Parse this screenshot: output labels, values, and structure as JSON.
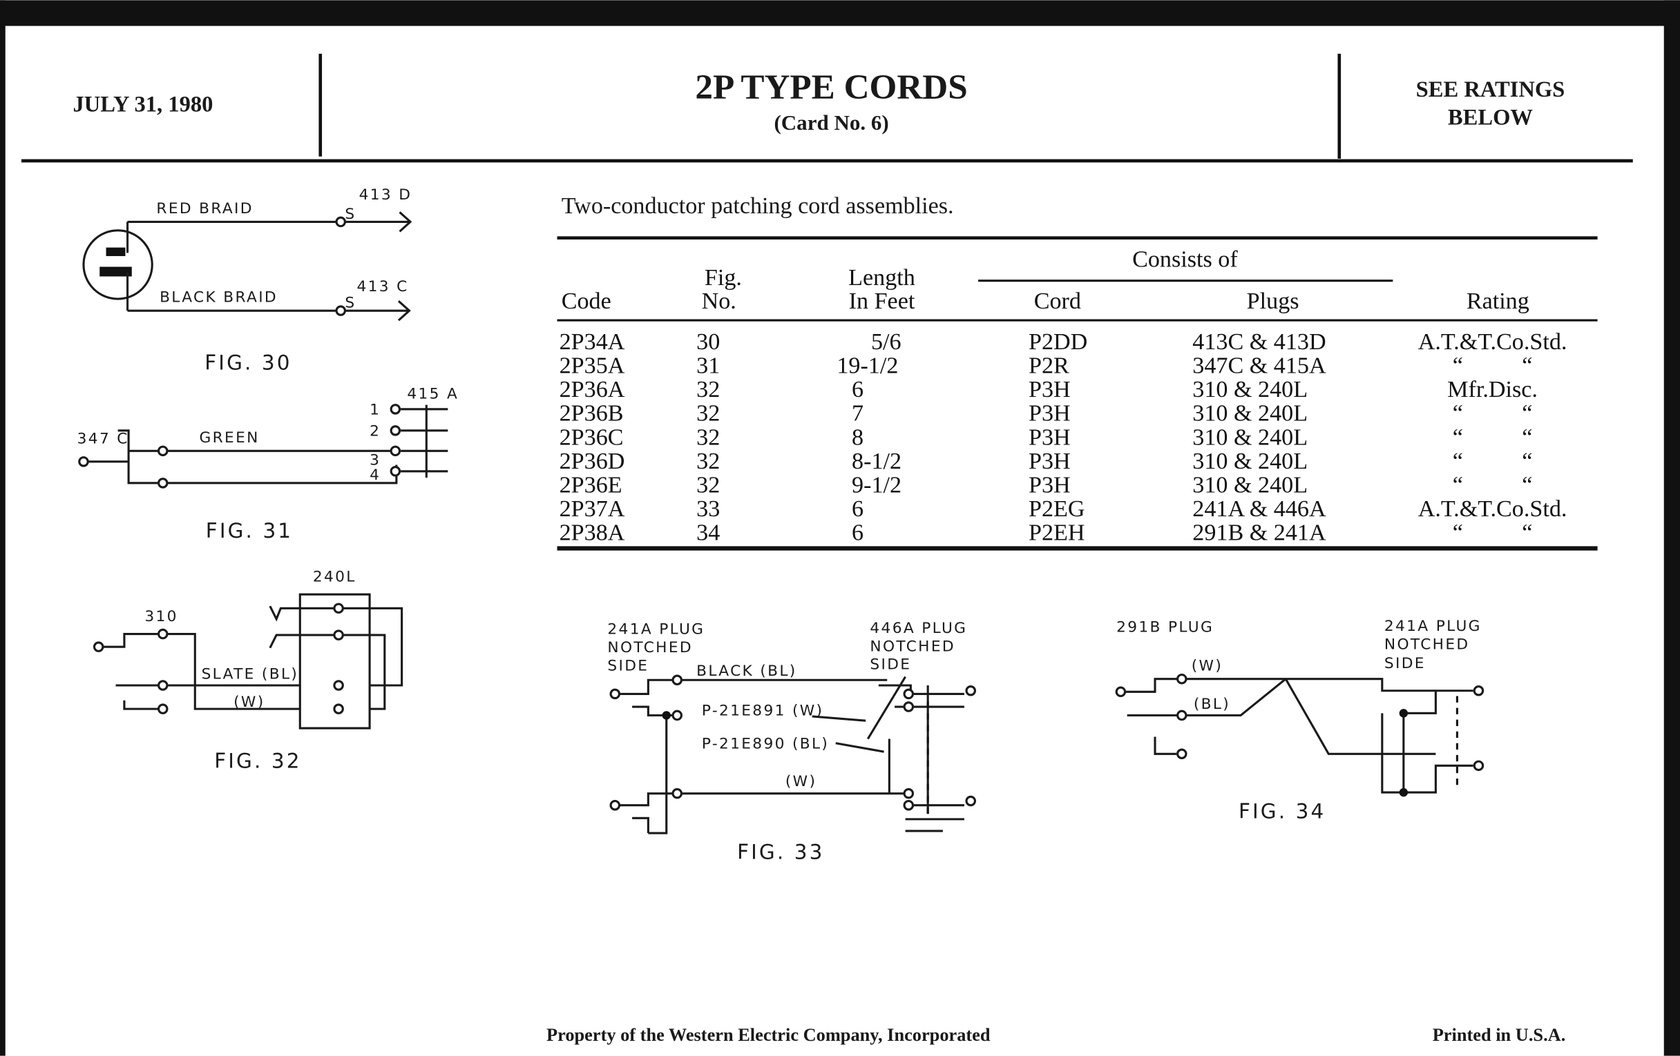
{
  "header": {
    "date": "JULY 31, 1980",
    "title": "2P TYPE CORDS",
    "subtitle": "(Card No. 6)",
    "rating_note_line1": "SEE RATINGS",
    "rating_note_line2": "BELOW"
  },
  "intro": "Two-conductor patching cord assemblies.",
  "table": {
    "group_header": "Consists of",
    "columns": {
      "code": "Code",
      "fig_1": "Fig.",
      "fig_2": "No.",
      "length_1": "Length",
      "length_2": "In Feet",
      "cord": "Cord",
      "plugs": "Plugs",
      "rating": "Rating"
    },
    "rows": [
      {
        "code": "2P34A",
        "fig": "30",
        "length": "5/6",
        "cord": "P2DD",
        "plugs": "413C & 413D",
        "rating": "A.T.&T.Co.Std."
      },
      {
        "code": "2P35A",
        "fig": "31",
        "length": "19-1/2",
        "cord": "P2R",
        "plugs": "347C & 415A",
        "rating": "“          “"
      },
      {
        "code": "2P36A",
        "fig": "32",
        "length": "6",
        "cord": "P3H",
        "plugs": "310 & 240L",
        "rating": "Mfr.Disc."
      },
      {
        "code": "2P36B",
        "fig": "32",
        "length": "7",
        "cord": "P3H",
        "plugs": "310 & 240L",
        "rating": "“          “"
      },
      {
        "code": "2P36C",
        "fig": "32",
        "length": "8",
        "cord": "P3H",
        "plugs": "310 & 240L",
        "rating": "“          “"
      },
      {
        "code": "2P36D",
        "fig": "32",
        "length": "8-1/2",
        "cord": "P3H",
        "plugs": "310 & 240L",
        "rating": "“          “"
      },
      {
        "code": "2P36E",
        "fig": "32",
        "length": "9-1/2",
        "cord": "P3H",
        "plugs": "310 & 240L",
        "rating": "“          “"
      },
      {
        "code": "2P37A",
        "fig": "33",
        "length": "6",
        "cord": "P2EG",
        "plugs": "241A & 446A",
        "rating": "A.T.&T.Co.Std."
      },
      {
        "code": "2P38A",
        "fig": "34",
        "length": "6",
        "cord": "P2EH",
        "plugs": "291B & 241A",
        "rating": "“          “"
      }
    ]
  },
  "figures": {
    "fig30": {
      "caption": "FIG. 30",
      "red": "RED BRAID",
      "black": "BLACK BRAID",
      "plug_d": "413 D",
      "plug_c": "413 C",
      "s1": "S",
      "s2": "S"
    },
    "fig31": {
      "caption": "FIG. 31",
      "plug_left": "347 C",
      "wire": "GREEN",
      "plug_right": "415 A",
      "n1": "1",
      "n2": "2",
      "n3": "3",
      "n4": "4"
    },
    "fig32": {
      "caption": "FIG. 32",
      "plug_left": "310",
      "plug_right": "240L",
      "wire_bl": "SLATE (BL)",
      "wire_w": "(W)"
    },
    "fig33": {
      "caption": "FIG. 33",
      "left_1": "241A PLUG",
      "left_2": "NOTCHED",
      "left_3": "SIDE",
      "right_1": "446A PLUG",
      "right_2": "NOTCHED",
      "right_3": "SIDE",
      "black": "BLACK   (BL)",
      "p891": "P-21E891 (W)",
      "p890": "P-21E890 (BL)",
      "w": "(W)"
    },
    "fig34": {
      "caption": "FIG. 34",
      "left": "291B PLUG",
      "right_1": "241A PLUG",
      "right_2": "NOTCHED",
      "right_3": "SIDE",
      "w": "(W)",
      "bl": "(BL)"
    }
  },
  "footer": {
    "property": "Property of the Western Electric Company, Incorporated",
    "printed": "Printed in U.S.A."
  }
}
